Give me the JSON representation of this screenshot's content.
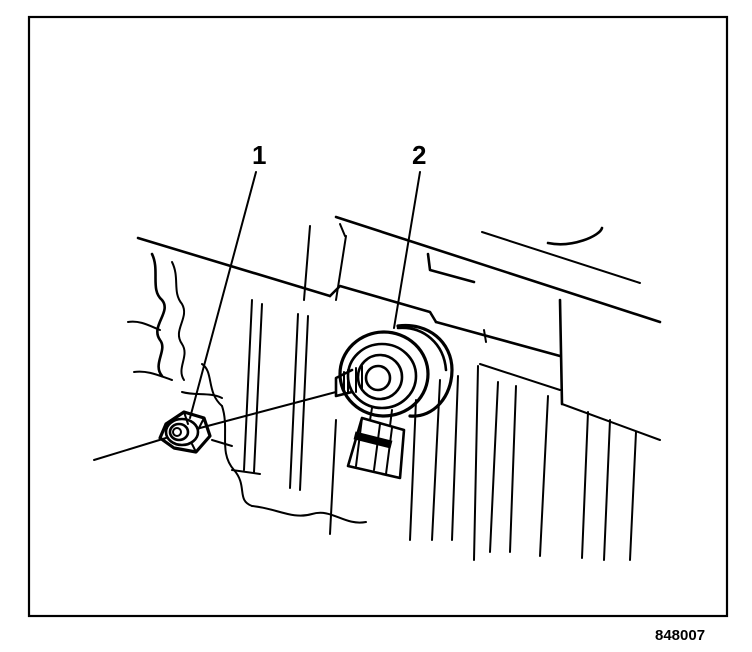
{
  "callouts": [
    {
      "id": "1",
      "label": "1"
    },
    {
      "id": "2",
      "label": "2"
    }
  ],
  "figure_id": "848007",
  "colors": {
    "ink": "#000000",
    "paper": "#ffffff"
  }
}
